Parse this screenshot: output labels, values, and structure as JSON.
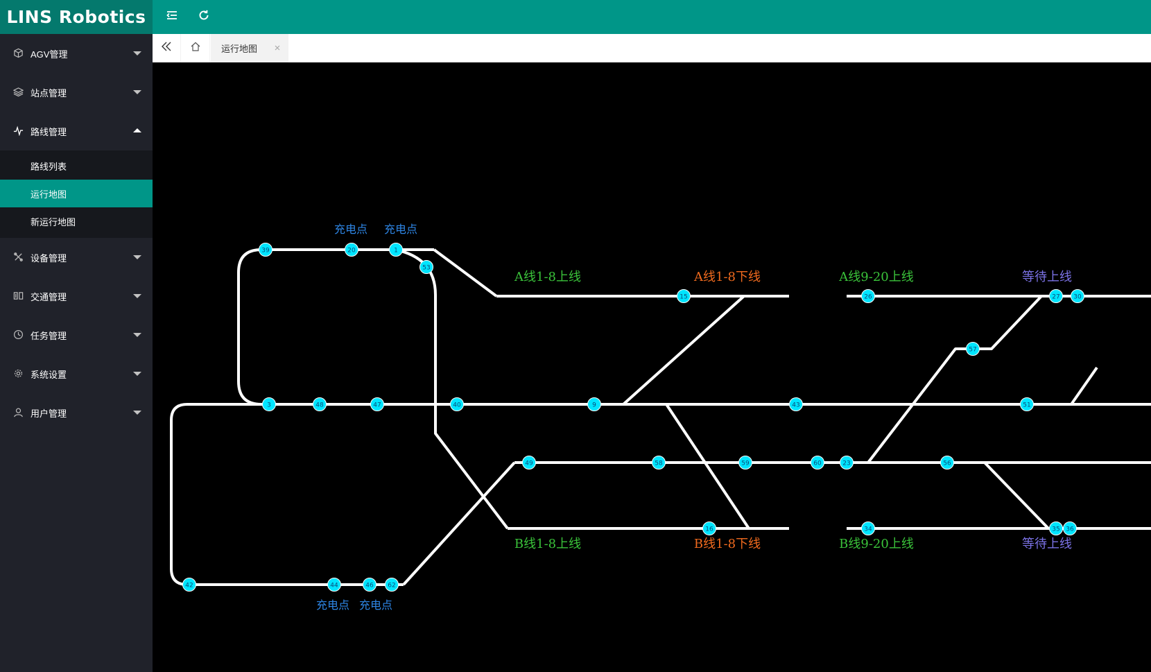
{
  "app": {
    "brand": "LINS Robotics"
  },
  "header": {
    "collapse_icon": "menu-fold-icon",
    "refresh_icon": "refresh-icon"
  },
  "sidebar": {
    "items": [
      {
        "label": "AGV管理",
        "icon": "cube-icon",
        "expanded": false
      },
      {
        "label": "站点管理",
        "icon": "layers-icon",
        "expanded": false
      },
      {
        "label": "路线管理",
        "icon": "pulse-icon",
        "expanded": true,
        "children": [
          {
            "label": "路线列表",
            "active": false
          },
          {
            "label": "运行地图",
            "active": true
          },
          {
            "label": "新运行地图",
            "active": false
          }
        ]
      },
      {
        "label": "设备管理",
        "icon": "tools-icon",
        "expanded": false
      },
      {
        "label": "交通管理",
        "icon": "traffic-icon",
        "expanded": false
      },
      {
        "label": "任务管理",
        "icon": "clock-icon",
        "expanded": false
      },
      {
        "label": "系统设置",
        "icon": "gear-icon",
        "expanded": false
      },
      {
        "label": "用户管理",
        "icon": "user-icon",
        "expanded": false
      }
    ]
  },
  "tabs": {
    "items": [
      {
        "label": "运行地图",
        "active": true
      }
    ]
  },
  "map": {
    "colors": {
      "track": "#ffffff",
      "node_fill": "#00e5ff",
      "node_text": "#0a4a78",
      "charge_label": "#2e86e6",
      "line_up": "#3ac23a",
      "line_down": "#f06a1e",
      "waiting": "#7b72e6"
    },
    "nodes": [
      {
        "id": "39"
      },
      {
        "id": "20"
      },
      {
        "id": "1"
      },
      {
        "id": "53"
      },
      {
        "id": "15"
      },
      {
        "id": "26"
      },
      {
        "id": "27"
      },
      {
        "id": "30"
      },
      {
        "id": "57"
      },
      {
        "id": "3"
      },
      {
        "id": "48"
      },
      {
        "id": "47"
      },
      {
        "id": "40"
      },
      {
        "id": "9"
      },
      {
        "id": "43"
      },
      {
        "id": "51"
      },
      {
        "id": "49"
      },
      {
        "id": "58"
      },
      {
        "id": "59"
      },
      {
        "id": "60"
      },
      {
        "id": "23"
      },
      {
        "id": "56"
      },
      {
        "id": "16"
      },
      {
        "id": "34"
      },
      {
        "id": "35"
      },
      {
        "id": "36"
      },
      {
        "id": "42"
      },
      {
        "id": "44"
      },
      {
        "id": "46"
      },
      {
        "id": "62"
      }
    ],
    "labels": [
      {
        "text": "充电点",
        "kind": "charge"
      },
      {
        "text": "充电点",
        "kind": "charge"
      },
      {
        "text": "A线1-8上线",
        "kind": "up"
      },
      {
        "text": "A线1-8下线",
        "kind": "down"
      },
      {
        "text": "A线9-20上线",
        "kind": "up"
      },
      {
        "text": "等待上线",
        "kind": "waiting"
      },
      {
        "text": "B线1-8上线",
        "kind": "up"
      },
      {
        "text": "B线1-8下线",
        "kind": "down"
      },
      {
        "text": "B线9-20上线",
        "kind": "up"
      },
      {
        "text": "等待上线",
        "kind": "waiting"
      },
      {
        "text": "充电点",
        "kind": "charge"
      },
      {
        "text": "充电点",
        "kind": "charge"
      }
    ]
  }
}
